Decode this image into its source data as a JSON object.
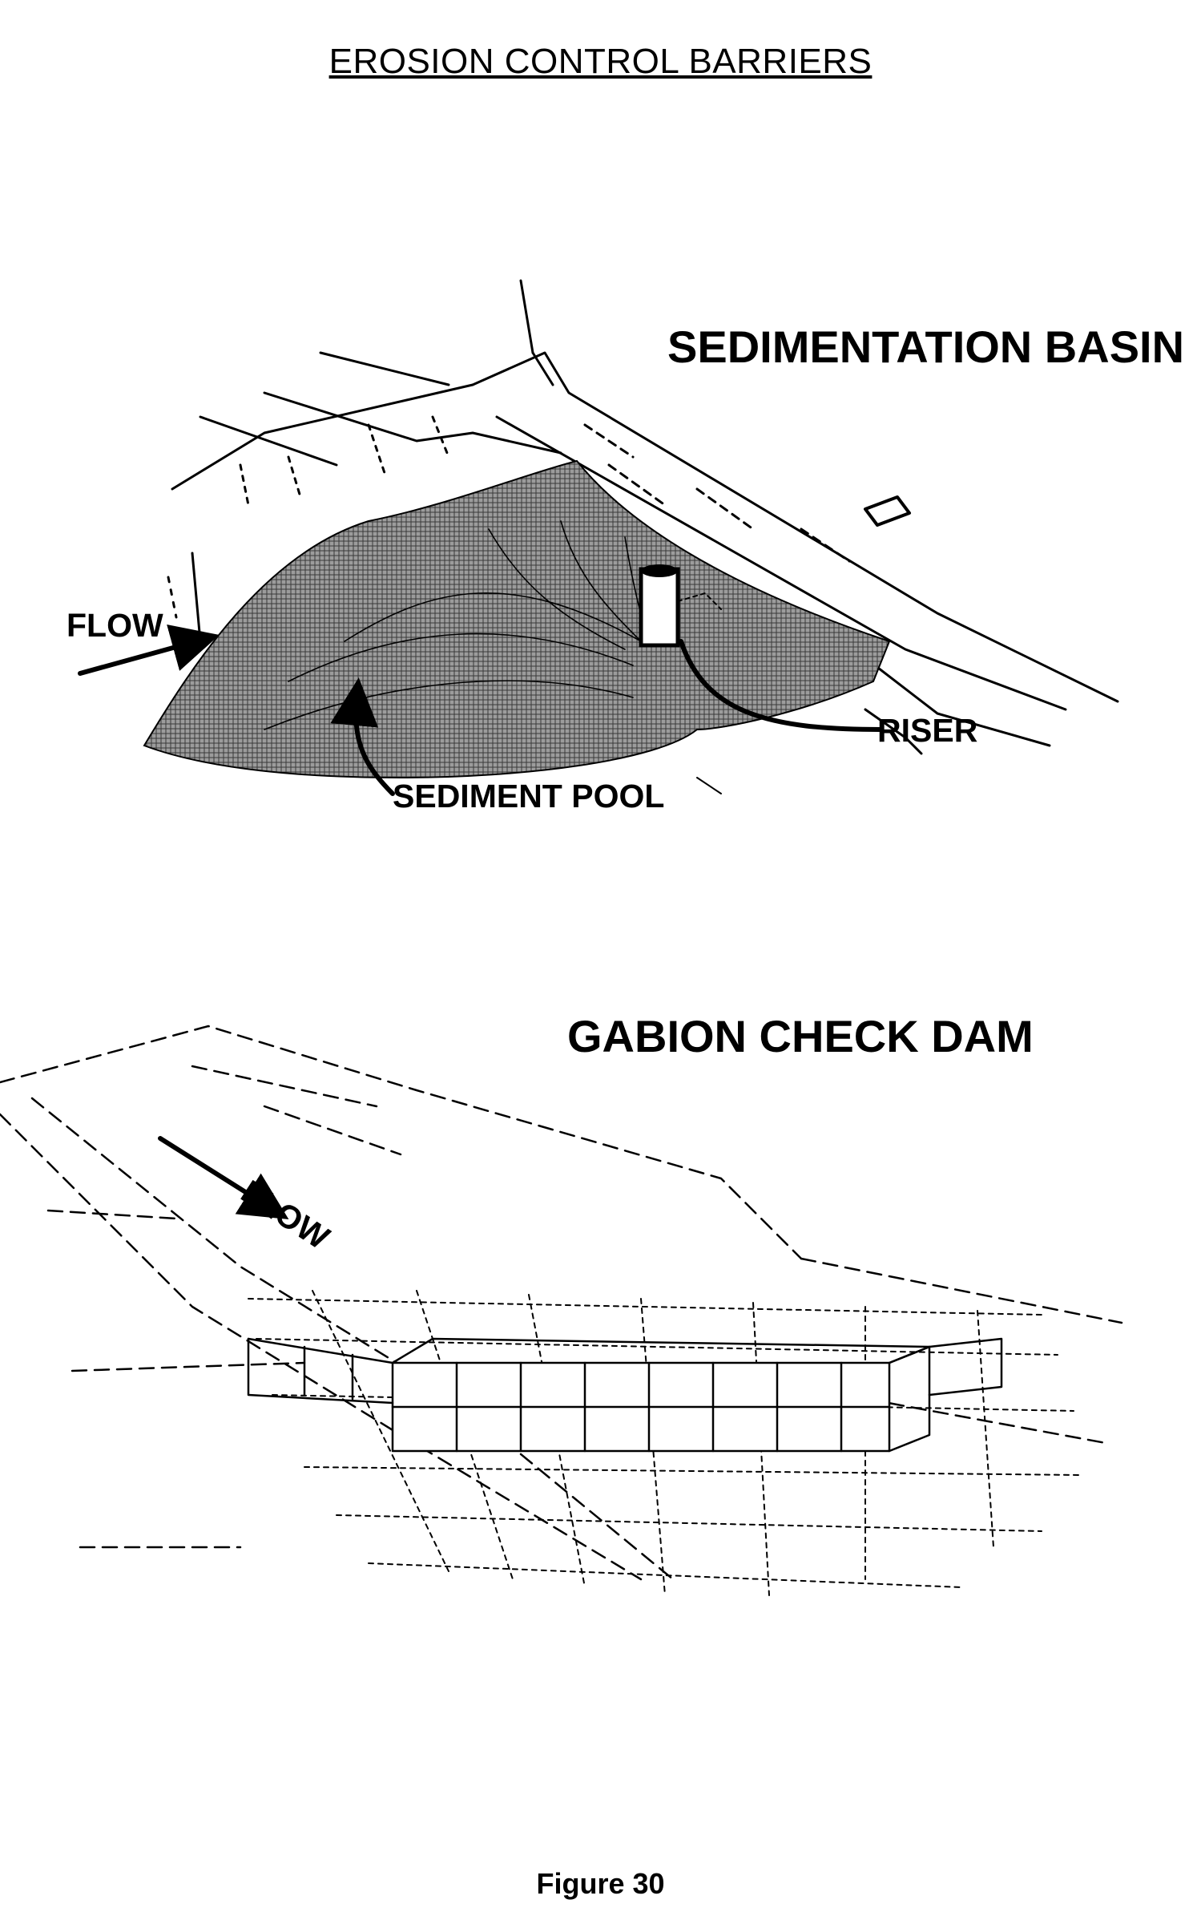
{
  "page": {
    "title": "EROSION CONTROL BARRIERS",
    "figure_caption": "Figure 30"
  },
  "sedimentation_basin": {
    "title": "SEDIMENTATION BASIN",
    "labels": {
      "flow": "FLOW",
      "riser": "RISER",
      "sediment_pool": "SEDIMENT POOL"
    }
  },
  "gabion_check_dam": {
    "title": "GABION CHECK DAM",
    "labels": {
      "flow": "FLOW"
    }
  },
  "colors": {
    "ink": "#000000",
    "background": "#ffffff",
    "pool_fill": "#8a8a8a"
  }
}
